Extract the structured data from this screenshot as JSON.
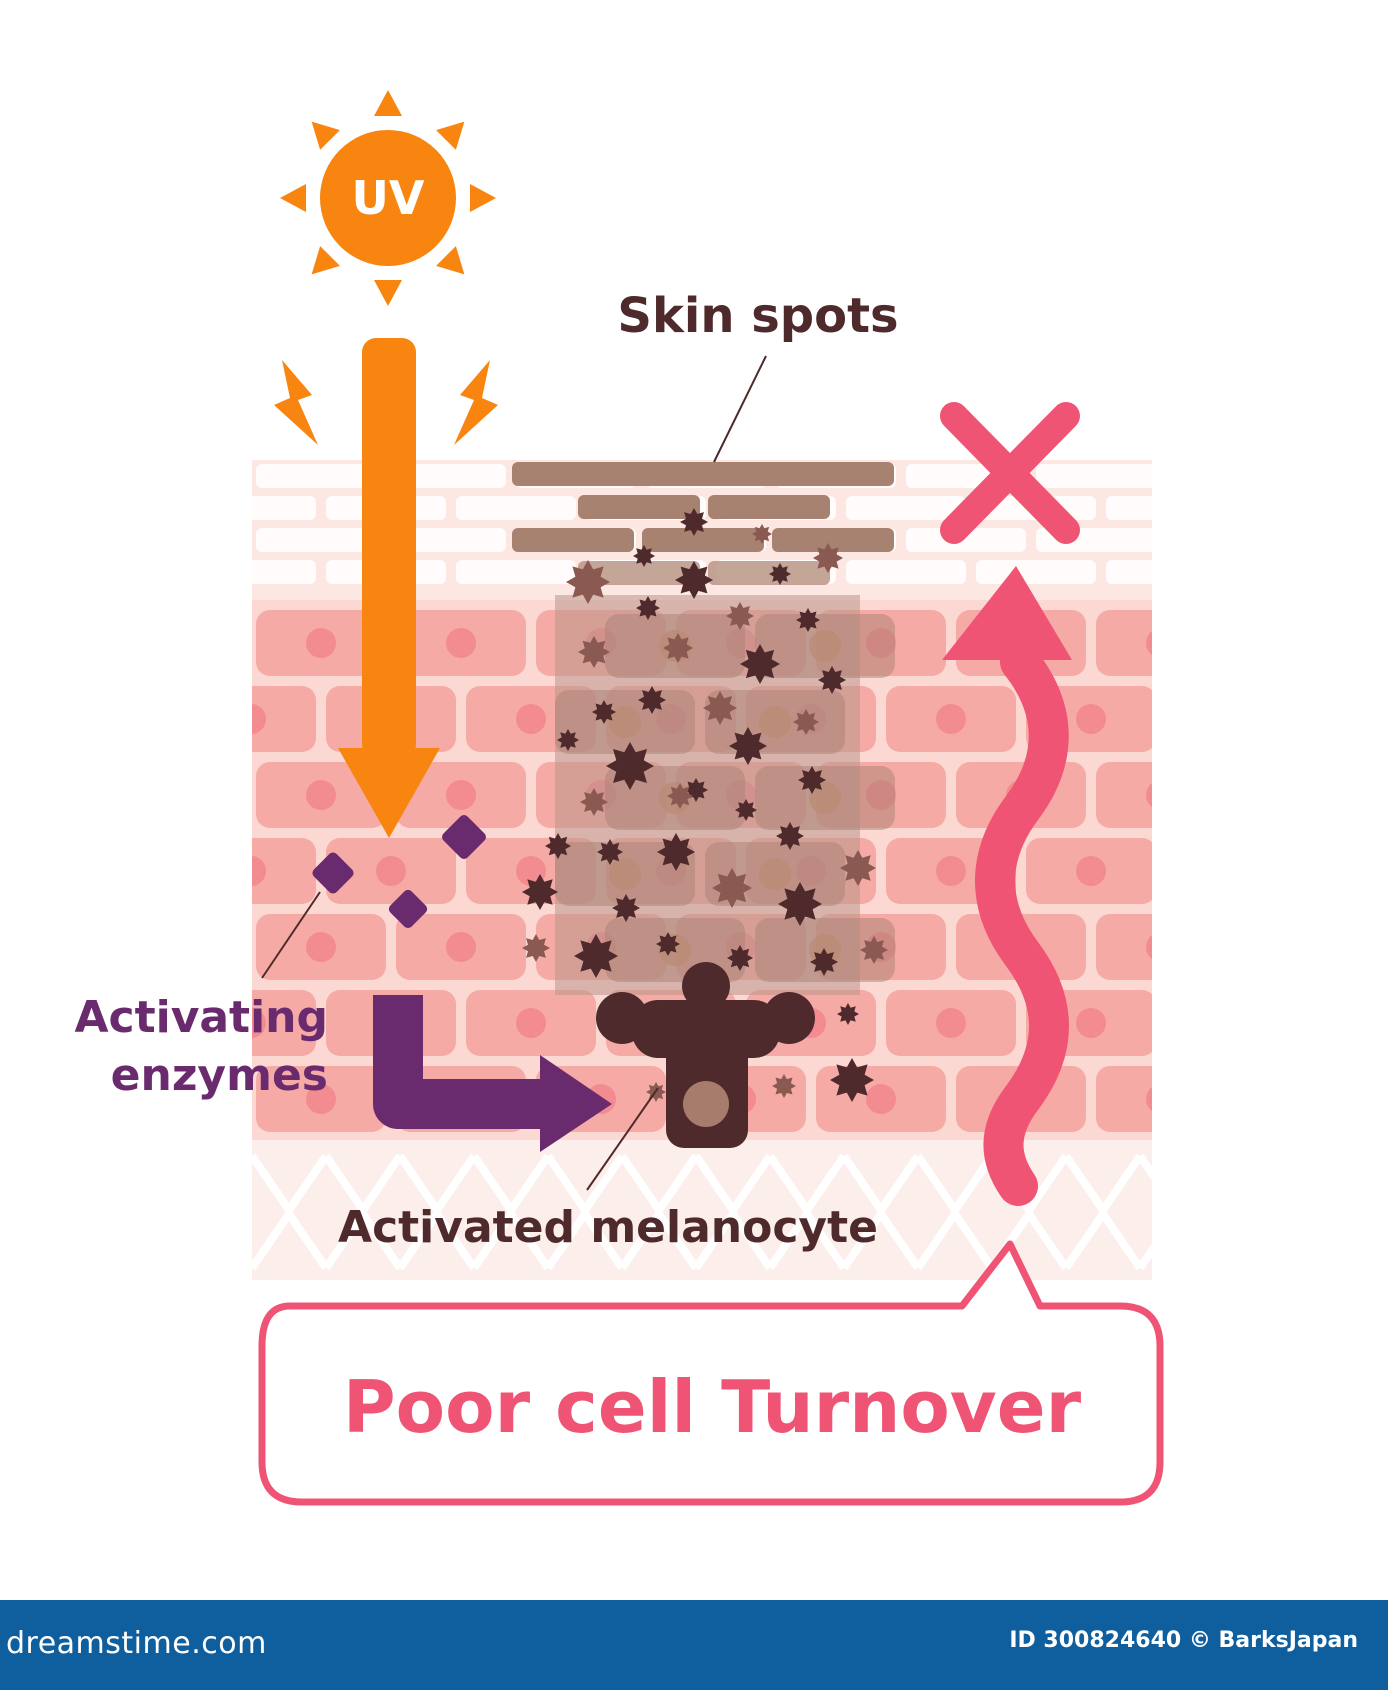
{
  "diagram": {
    "uv_label": "UV",
    "skin_spots_label": "Skin spots",
    "enzymes_label_line1": "Activating",
    "enzymes_label_line2": "enzymes",
    "melanocyte_label": "Activated melanocyte",
    "turnover_label": "Poor cell Turnover"
  },
  "footer": {
    "logo_text": "dreamstime.com",
    "credit_text": "ID 300824640 © BarksJapan"
  },
  "colors": {
    "uv_orange": "#f7850f",
    "enzyme_purple": "#6a2a6e",
    "melanin_dark": "#4e2a2c",
    "spot_brown": "#b08a76",
    "turnover_pink": "#ef5474",
    "skin_light": "#fbe2dd",
    "skin_mid": "#f5b7b0",
    "footer_blue": "#0f5f9e"
  },
  "icons": [
    "sun-icon",
    "lightning-icon",
    "down-arrow-icon",
    "enzyme-diamond-icon",
    "elbow-arrow-icon",
    "melanocyte-icon",
    "melanin-granule-icon",
    "cross-icon",
    "wavy-up-arrow-icon",
    "speech-bubble-icon"
  ]
}
